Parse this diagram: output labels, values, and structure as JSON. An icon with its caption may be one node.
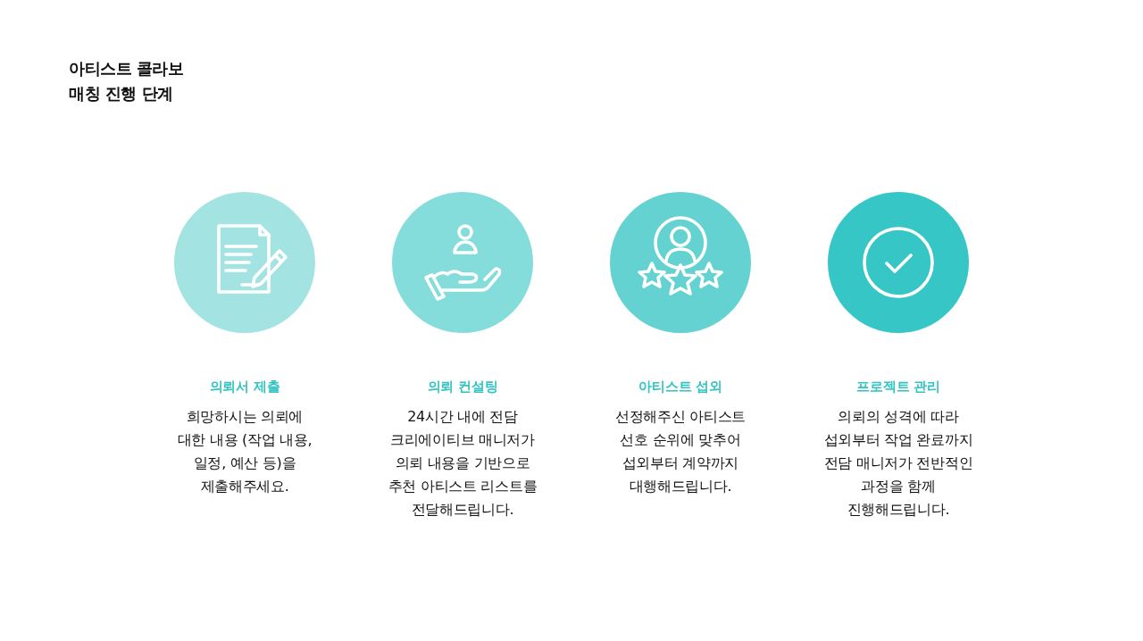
{
  "diagram": {
    "title": "아티스트 콜라보 매칭 진행 단계",
    "nodes": [
      {
        "text": [
          "의뢰서 제출"
        ]
      },
      {
        "text": [
          "의뢰 컨설팅"
        ]
      },
      {
        "text": [
          "아티스트 섭외"
        ]
      },
      {
        "text": [
          "프로젝트 관리"
        ]
      }
    ],
    "labels": [
      "희망하시는 의뢰에 대한 내용 (작업 내용, 일정, 예산 등)을 제출해주세요.",
      "24시간 내에 전담 크리에이티브 매니저가 의뢰 내용을 기반으로 추천 아티스트 리스트를 전달해드립니다.",
      "선정해주신 아티스트 선호 순위에 맞추어 섭외부터 계약까지 대행해드립니다.",
      "의뢰의 성격에 따라 섭외부터 작업 완료까지 전담 매니저가 전반적인 과정을 함께 진행해드립니다."
    ]
  }
}
